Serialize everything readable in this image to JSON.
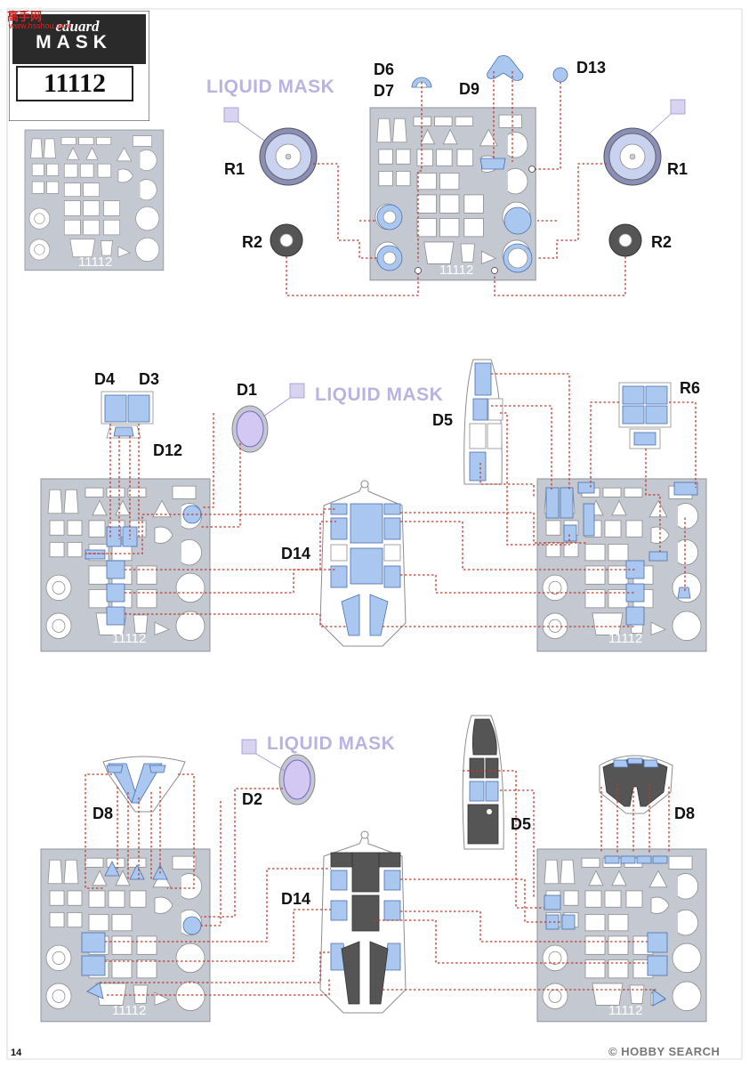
{
  "header": {
    "brand": "eduard",
    "product_line": "MASK",
    "set_number": "11112"
  },
  "page_number": "14",
  "watermarks": {
    "top_left": "高手网",
    "top_left_url": "www.hsshou.com",
    "bottom_right": "© HOBBY SEARCH"
  },
  "sheet_number_text": "11112",
  "liquid_mask_label": "LIQUID MASK",
  "part_labels": {
    "D1": "D1",
    "D2": "D2",
    "D3": "D3",
    "D4": "D4",
    "D5": "D5",
    "D6": "D6",
    "D7": "D7",
    "D8": "D8",
    "D9": "D9",
    "D12": "D12",
    "D13": "D13",
    "D14": "D14",
    "R1": "R1",
    "R2": "R2",
    "R6": "R6"
  },
  "colors": {
    "mask_blue": "#aac8ef",
    "mask_dark": "#555555",
    "sheet_grey": "#c4c8d0",
    "leader_red": "#c0392b",
    "liquid_lilac": "#b9b3e0"
  }
}
